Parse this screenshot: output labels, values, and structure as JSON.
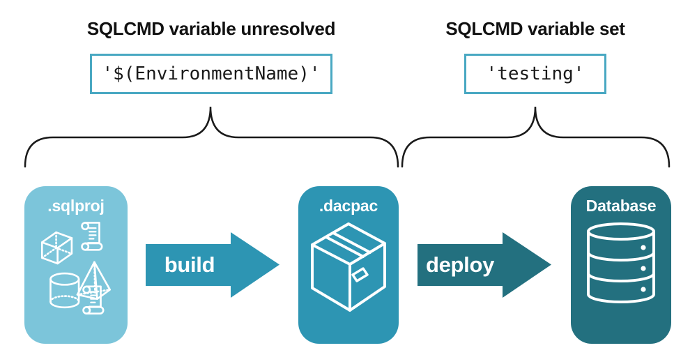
{
  "diagram": {
    "annotations": {
      "unresolved": {
        "heading": "SQLCMD variable unresolved",
        "code": "'$(EnvironmentName)'"
      },
      "set": {
        "heading": "SQLCMD variable set",
        "code": "'testing'"
      }
    },
    "nodes": [
      {
        "label": ".sqlproj",
        "icon": "sql-project-objects-icon",
        "color": "#7cc5da"
      },
      {
        "label": ".dacpac",
        "icon": "package-box-icon",
        "color": "#2d95b3"
      },
      {
        "label": "Database",
        "icon": "database-cylinder-icon",
        "color": "#23707f"
      }
    ],
    "arrows": [
      {
        "label": "build",
        "color": "#2d95b3"
      },
      {
        "label": "deploy",
        "color": "#23707f"
      }
    ],
    "colors": {
      "background": "#ffffff",
      "code_box_border": "#49a8c2",
      "brace_stroke": "#1a1a1a",
      "heading_text": "#111111",
      "node_text": "#ffffff"
    }
  }
}
